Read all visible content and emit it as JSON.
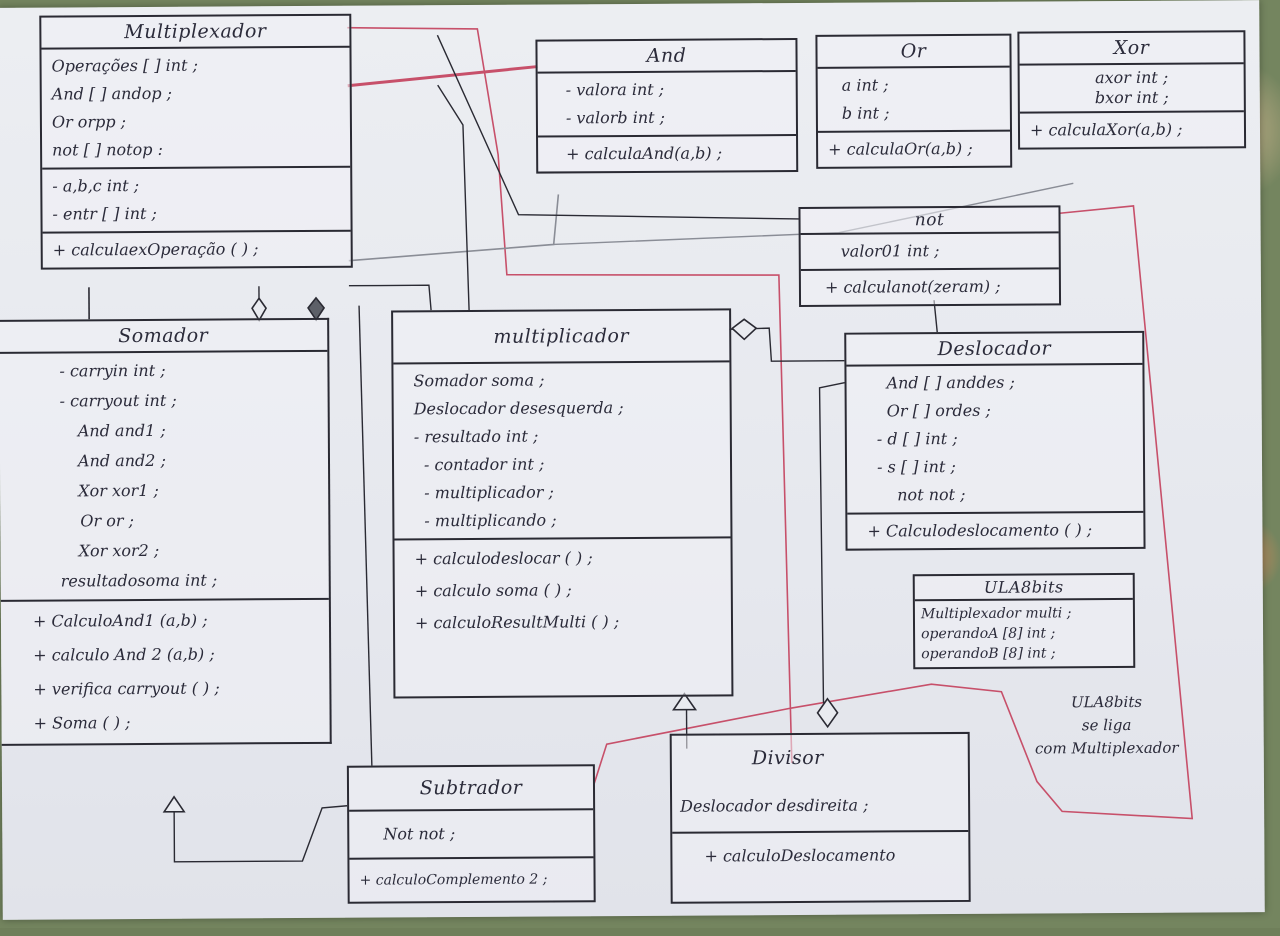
{
  "classes": {
    "multiplexador": {
      "name": "Multiplexador",
      "attributes": [
        "Operações [ ] int ;",
        "And [ ] andop ;",
        "Or orpp ;",
        "not [ ] notop :",
        "- a,b,c int ;",
        "- entr [ ] int ;"
      ],
      "methods": [
        "+ calculaexOperação ( ) ;"
      ]
    },
    "and": {
      "name": "And",
      "attributes": [
        "- valora int ;",
        "- valorb int ;"
      ],
      "methods": [
        "+ calculaAnd(a,b) ;"
      ]
    },
    "or": {
      "name": "Or",
      "attributes": [
        "a int ;",
        "b int ;"
      ],
      "methods": [
        "+ calculaOr(a,b) ;"
      ]
    },
    "xor": {
      "name": "Xor",
      "attributes": [
        "axor int ;",
        "bxor int ;"
      ],
      "methods": [
        "+ calculaXor(a,b) ;"
      ]
    },
    "not": {
      "name": "not",
      "attributes": [
        "valor01 int ;"
      ],
      "methods": [
        "+ calculanot(zeram) ;"
      ]
    },
    "somador": {
      "name": "Somador",
      "attributes": [
        "- carryin int ;",
        "- carryout int ;",
        "And and1 ;",
        "And and2 ;",
        "Xor xor1 ;",
        "Or or ;",
        "Xor xor2 ;",
        "resultadosoma int ;"
      ],
      "methods": [
        "+ CalculoAnd1 (a,b) ;",
        "+ calculo And 2 (a,b) ;",
        "+ verifica carryout ( ) ;",
        "+ Soma ( ) ;"
      ]
    },
    "multiplicador": {
      "name": "multiplicador",
      "attributes": [
        "Somador soma ;",
        "Deslocador desesquerda ;",
        "- resultado int ;",
        "- contador int ;",
        "- multiplicador ;",
        "- multiplicando ;"
      ],
      "methods": [
        "+ calculodeslocar ( ) ;",
        "+ calculo soma ( ) ;",
        "+ calculoResultMulti ( ) ;"
      ]
    },
    "deslocador": {
      "name": "Deslocador",
      "attributes": [
        "And [ ] anddes ;",
        "Or [ ] ordes ;",
        "- d [ ] int ;",
        "- s [ ] int ;",
        "not not ;"
      ],
      "methods": [
        "+ Calculodeslocamento ( ) ;"
      ]
    },
    "ula8bits": {
      "name": "ULA8bits",
      "attributes": [
        "Multiplexador multi ;",
        "operandoA [8] int ;",
        "operandoB [8] int ;"
      ]
    },
    "subtrador": {
      "name": "Subtrador",
      "attributes": [
        "Not not ;"
      ],
      "methods": [
        "+ calculoComplemento 2 ;"
      ]
    },
    "divisor": {
      "name": "Divisor",
      "attributes": [
        "Deslocador desdireita ;"
      ],
      "methods": [
        "+ calculoDeslocamento"
      ]
    }
  },
  "note": {
    "lines": [
      "ULA8bits",
      "se liga",
      "com Multiplexador"
    ]
  },
  "colors": {
    "ink": "#2b2b3a",
    "red_link": "#c7506a",
    "gray_link": "#8a8d96",
    "paper": "#e9ebf0"
  }
}
